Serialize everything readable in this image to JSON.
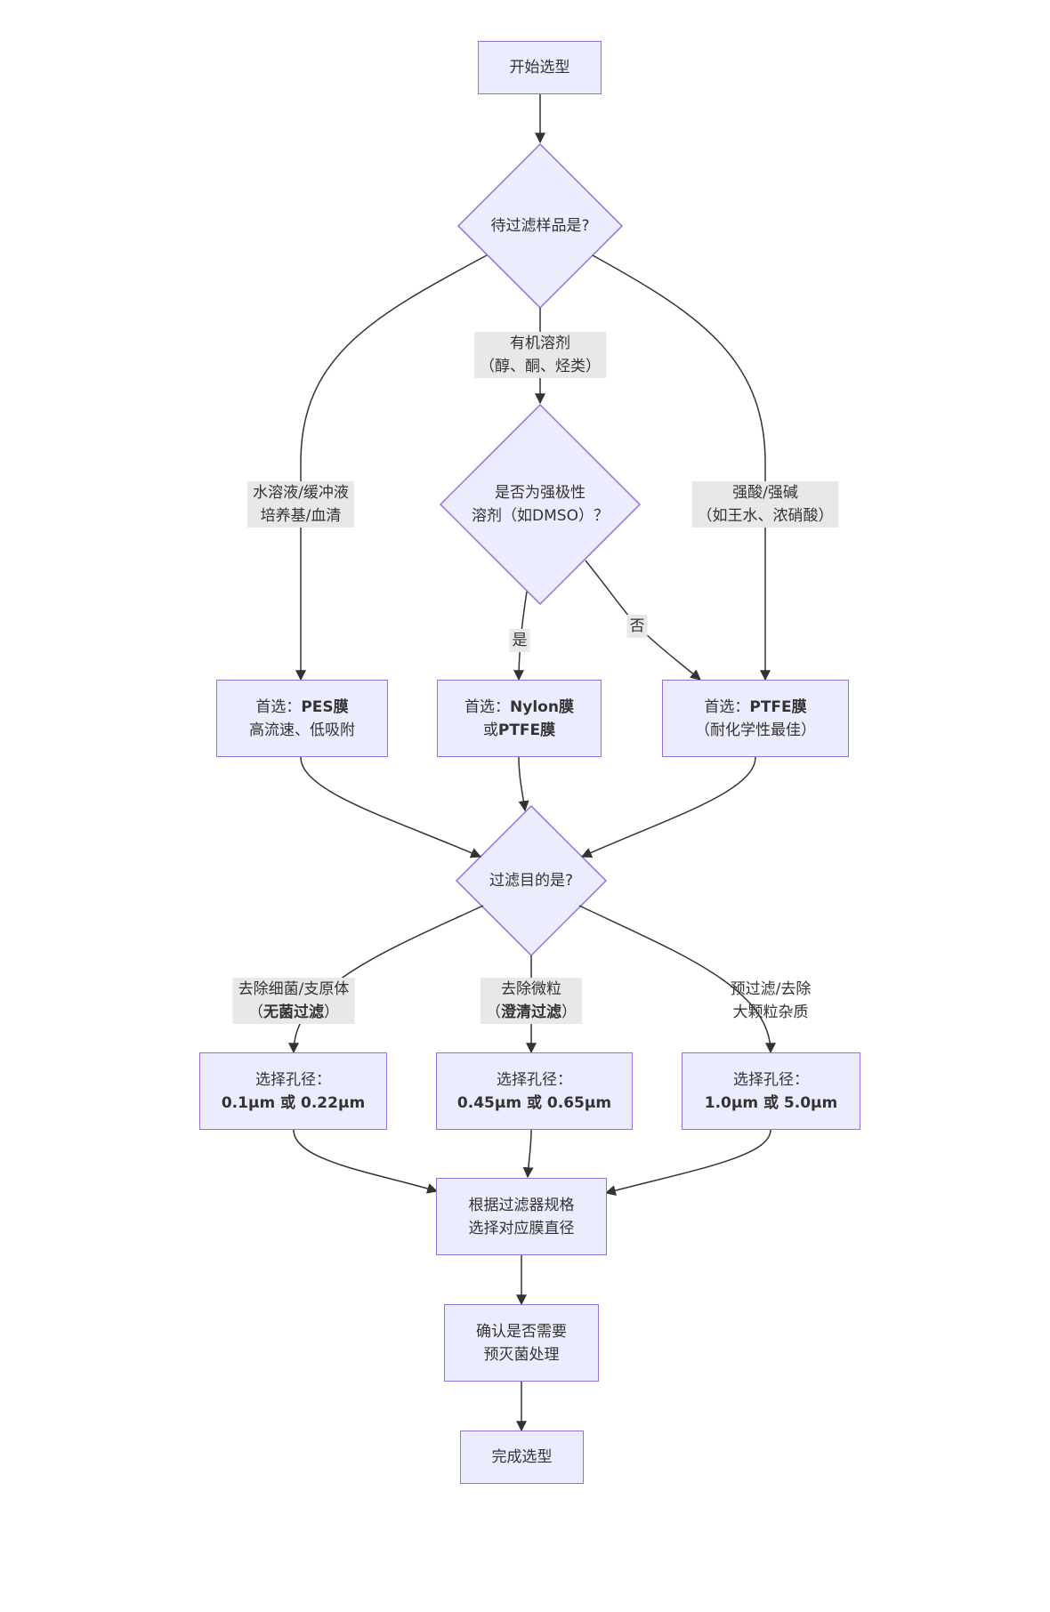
{
  "nodes": {
    "start": {
      "text": "开始选型"
    },
    "q_sample": {
      "text": "待过滤样品是?"
    },
    "q_polar": {
      "line1": "是否为强极性",
      "line2": "溶剂（如DMSO）？"
    },
    "pes": {
      "line1_prefix": "首选：",
      "line1_bold": "PES膜",
      "line2": "高流速、低吸附"
    },
    "nylon": {
      "line1_prefix": "首选：",
      "line1_bold": "Nylon膜",
      "line2_prefix": "或",
      "line2_bold": "PTFE膜"
    },
    "ptfe": {
      "line1_prefix": "首选：",
      "line1_bold": "PTFE膜",
      "line2": "（耐化学性最佳）"
    },
    "q_purpose": {
      "text": "过滤目的是?"
    },
    "pore1": {
      "line1": "选择孔径：",
      "line2": "0.1μm 或 0.22μm"
    },
    "pore2": {
      "line1": "选择孔径：",
      "line2": "0.45μm 或 0.65μm"
    },
    "pore3": {
      "line1": "选择孔径：",
      "line2": "1.0μm 或 5.0μm"
    },
    "diameter": {
      "line1": "根据过滤器规格",
      "line2": "选择对应膜直径"
    },
    "sterile": {
      "line1": "确认是否需要",
      "line2": "预灭菌处理"
    },
    "done": {
      "text": "完成选型"
    }
  },
  "edge_labels": {
    "aqueous": {
      "line1": "水溶液/缓冲液",
      "line2": "培养基/血清"
    },
    "organic": {
      "line1": "有机溶剂",
      "line2": "（醇、酮、烃类）"
    },
    "acid": {
      "line1": "强酸/强碱",
      "line2": "（如王水、浓硝酸）"
    },
    "yes": {
      "text": "是"
    },
    "no": {
      "text": "否"
    },
    "bacteria": {
      "line1": "去除细菌/支原体",
      "line2_open": "（",
      "line2_bold": "无菌过滤",
      "line2_close": "）"
    },
    "particles": {
      "line1": "去除微粒",
      "line2_open": "（",
      "line2_bold": "澄清过滤",
      "line2_close": "）"
    },
    "prefilter": {
      "line1": "预过滤/去除",
      "line2": "大颗粒杂质"
    }
  },
  "colors": {
    "node_fill": "#ececff",
    "node_border": "#9370db",
    "edge": "#333333",
    "edge_label_bg": "#e8e8e8"
  }
}
